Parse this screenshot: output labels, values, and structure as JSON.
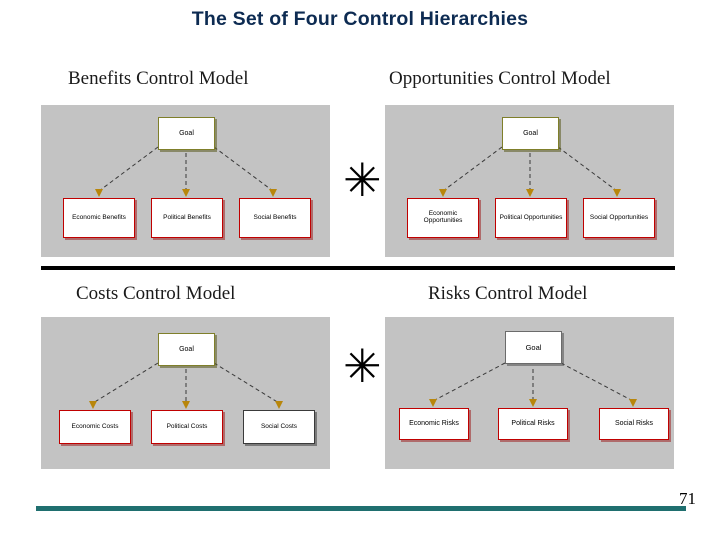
{
  "slide": {
    "title": "The Set of Four Control Hierarchies",
    "page_number": "71",
    "asterisks": [
      "✳",
      "✳"
    ]
  },
  "panels": [
    {
      "key": "benefits",
      "title": "Benefits Control Model",
      "goal": "Goal",
      "children": [
        "Economic Benefits",
        "Political Benefits",
        "Social Benefits"
      ]
    },
    {
      "key": "opportunities",
      "title": "Opportunities Control Model",
      "goal": "Goal",
      "children": [
        "Economic Opportunities",
        "Political Opportunities",
        "Social Opportunities"
      ]
    },
    {
      "key": "costs",
      "title": "Costs Control Model",
      "goal": "Goal",
      "children": [
        "Economic Costs",
        "Political Costs",
        "Social Costs"
      ]
    },
    {
      "key": "risks",
      "title": "Risks Control Model",
      "goal": "Goal",
      "children": [
        "Economic Risks",
        "Political Risks",
        "Social Risks"
      ]
    }
  ],
  "colors": {
    "title": "#0d2b52",
    "diagram_background": "#c3c3c3",
    "goal_border": "#7f7f2a",
    "child_border": "#c00000",
    "footer_rule": "#1f6f6f",
    "divider": "#000000"
  }
}
